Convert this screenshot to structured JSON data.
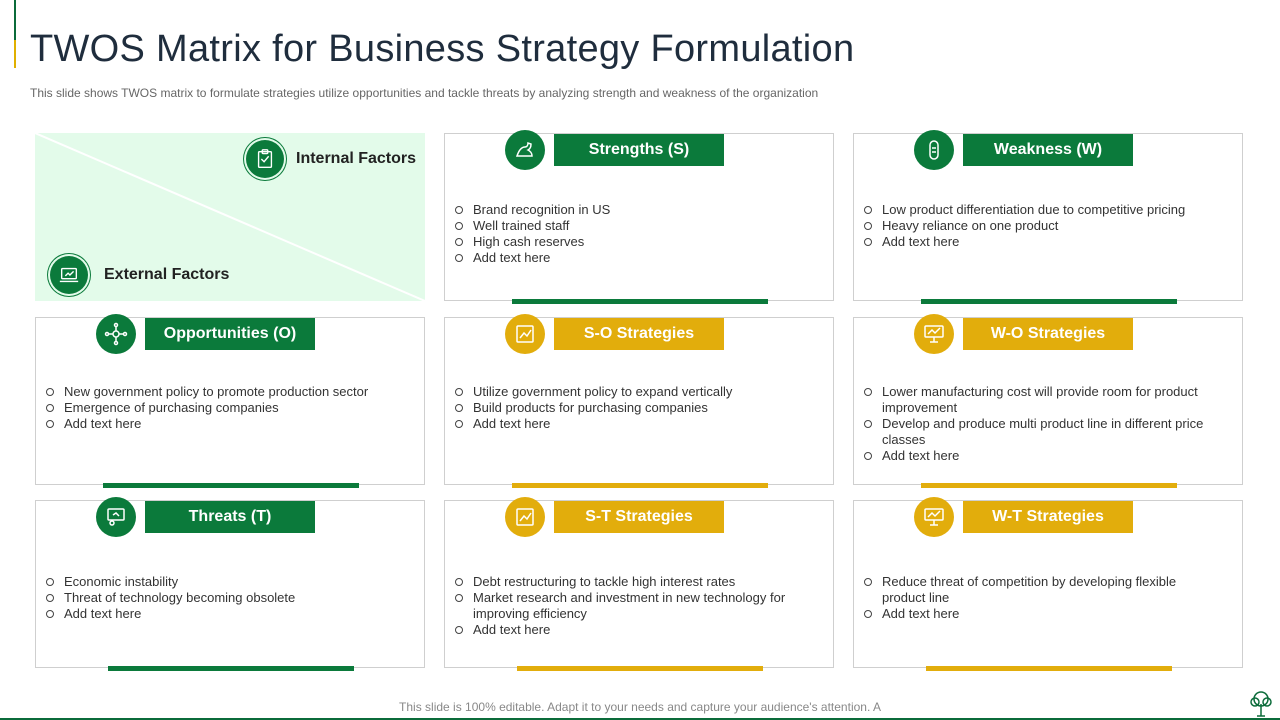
{
  "title": "TWOS Matrix for Business Strategy Formulation",
  "subtitle": "This slide shows TWOS matrix to formulate strategies utilize opportunities and tackle threats by analyzing strength and weakness of the organization",
  "colors": {
    "green": "#0b7a3b",
    "yellow": "#e2ad0c",
    "factor_bg": "#e3fbea"
  },
  "factors": {
    "internal": "Internal Factors",
    "external": "External Factors"
  },
  "strengths": {
    "title": "Strengths (S)",
    "icon": "muscle-icon",
    "points": [
      "Brand recognition in US",
      "Well trained staff",
      "High cash reserves",
      "Add text here"
    ]
  },
  "weakness": {
    "title": "Weakness (W)",
    "icon": "bandage-icon",
    "points": [
      "Low product differentiation  due to competitive  pricing",
      "Heavy reliance on one product",
      "Add text here"
    ]
  },
  "opportunities": {
    "title": "Opportunities (O)",
    "icon": "network-icon",
    "points": [
      "New government  policy to promote  production sector",
      "Emergence of purchasing companies",
      "Add text here"
    ]
  },
  "so": {
    "title": "S-O Strategies",
    "icon": "strategy-chart-icon",
    "points": [
      "Utilize government  policy to expand vertically",
      "Build products for purchasing companies",
      "Add text here"
    ]
  },
  "wo": {
    "title": "W-O Strategies",
    "icon": "presentation-board-icon",
    "points": [
      "Lower manufacturing cost will provide  room for product improvement",
      "Develop  and produce multi product line in different price classes",
      "Add text here"
    ]
  },
  "threats": {
    "title": "Threats (T)",
    "icon": "monitor-user-icon",
    "points": [
      "Economic instability",
      "Threat of technology becoming obsolete",
      "Add text here"
    ]
  },
  "st": {
    "title": "S-T Strategies",
    "icon": "strategy-chart-icon",
    "points": [
      "Debt restructuring to tackle high interest rates",
      "Market research  and investment  in new technology for improving  efficiency",
      "Add text here"
    ]
  },
  "wt": {
    "title": "W-T Strategies",
    "icon": "presentation-board-icon",
    "points": [
      "Reduce threat of competition by developing  flexible product line",
      "Add text here"
    ]
  },
  "footer": "This slide is 100% editable. Adapt it to your needs and capture your audience's attention. A"
}
